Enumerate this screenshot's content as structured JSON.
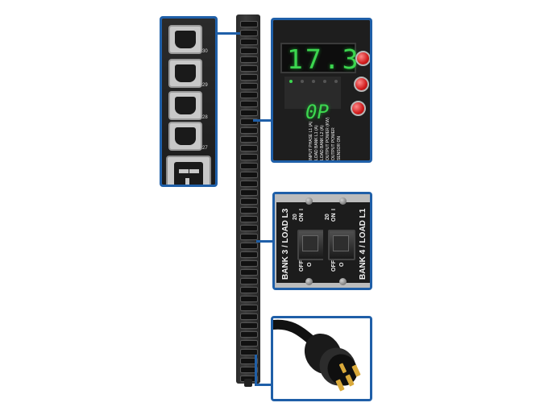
{
  "outlet_panel": {
    "outlet_numbers": [
      "30",
      "29",
      "28",
      "27"
    ]
  },
  "display_panel": {
    "reading": "17.3",
    "mode_text": "0P",
    "status_lines": [
      "INPUT PHASE L1 (A)",
      "LOAD BANK L1 (A)",
      "LOAD BANK L2 (A)",
      "OUTPUT POWER (KW)",
      "OUTPUT POWER",
      "SENSOR ON"
    ]
  },
  "breaker_panel": {
    "left_label": "BANK 3 / LOAD L3",
    "right_label": "BANK 4 / LOAD L1",
    "left_rating": "20",
    "right_rating": "20",
    "on_label": "ON",
    "off_label": "OFF",
    "on_symbol": "I",
    "off_symbol": "O"
  },
  "colors": {
    "frame": "#1f5fa8",
    "display_green": "#3cd64f",
    "button_red": "#d01b1b"
  }
}
